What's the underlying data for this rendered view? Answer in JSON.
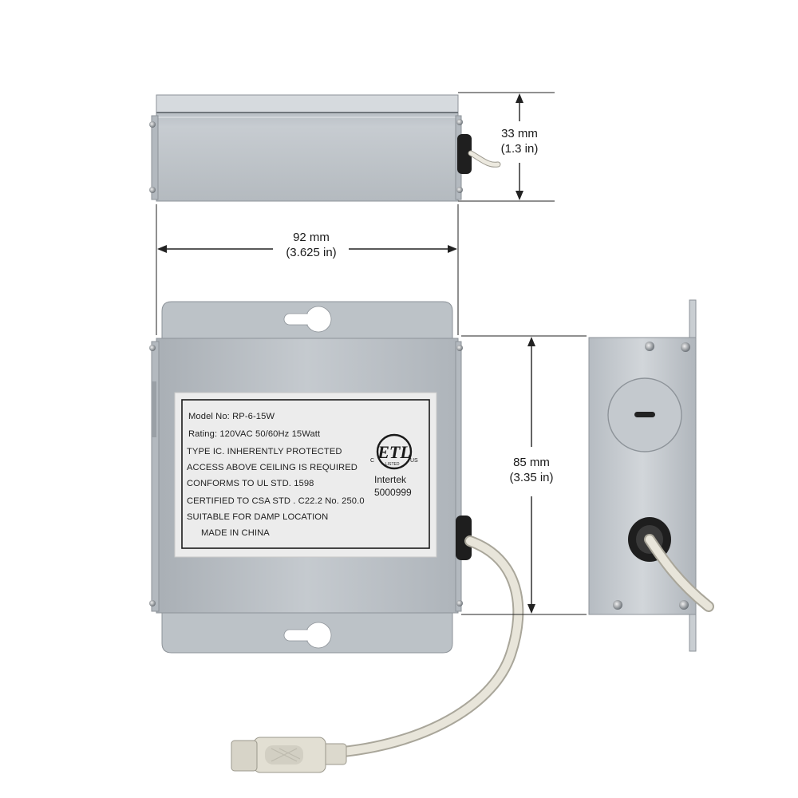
{
  "dimensions": {
    "height_mm": "33 mm",
    "height_in": "(1.3 in)",
    "width_mm": "92 mm",
    "width_in": "(3.625 in)",
    "depth_mm": "85 mm",
    "depth_in": "(3.35 in)"
  },
  "label": {
    "model": "Model No: RP-6-15W",
    "rating": "Rating: 120VAC  50/60Hz 15Watt",
    "type": "TYPE IC.  INHERENTLY  PROTECTED",
    "access": "ACCESS  ABOVE  CEILING IS REQUIRED",
    "conforms": "CONFORMS  TO  UL STD. 1598",
    "certified": "CERTIFIED  TO CSA  STD . C22.2 No. 250.0",
    "suitable": "SUITABLE FOR DAMP  LOCATION",
    "made_in": "MADE IN CHINA"
  },
  "certification": {
    "mark": "ETL",
    "c": "C",
    "us": "US",
    "listed": "LISTED",
    "lab": "Intertek",
    "number": "5000999"
  },
  "colors": {
    "aluminum": "#c3c8cd",
    "aluminum_dark": "#9aa0a6",
    "cable": "#e4e1d6",
    "label_bg": "#ececec",
    "dimension_line": "#222222"
  }
}
